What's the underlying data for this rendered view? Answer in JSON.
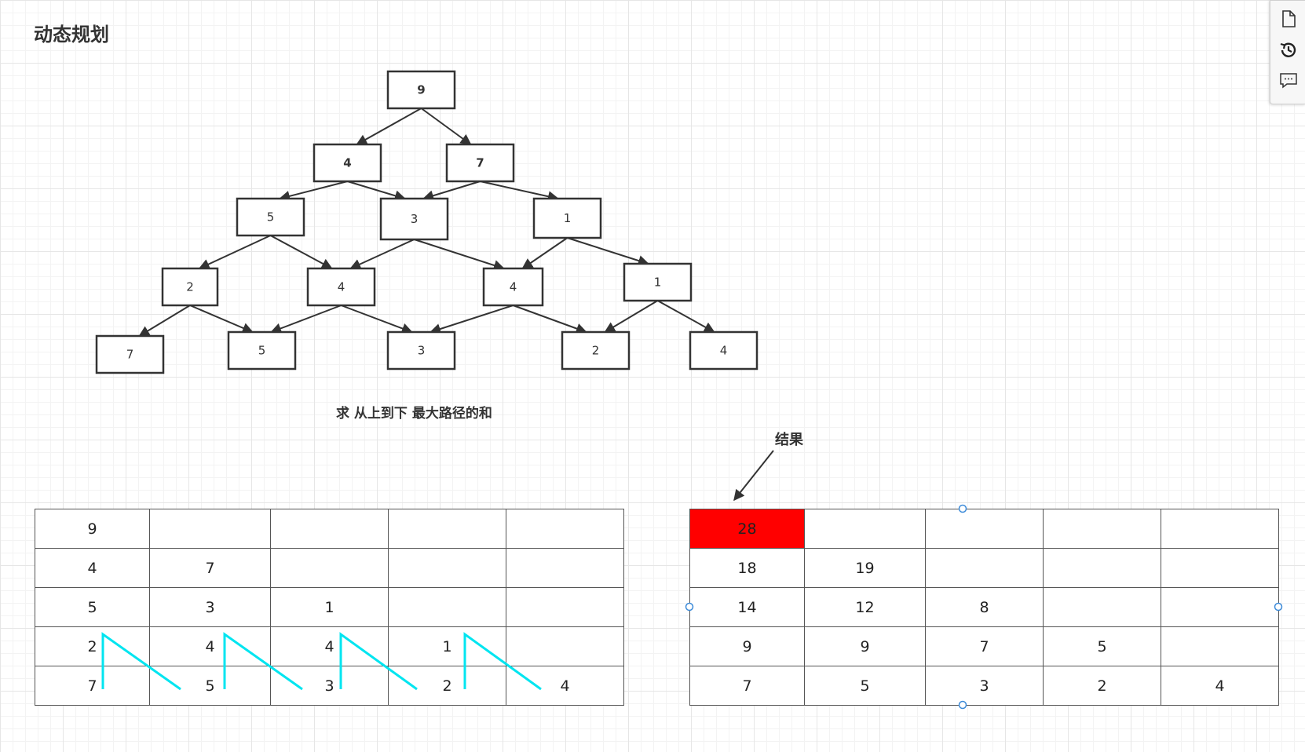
{
  "title": "动态规划",
  "caption": "求 从上到下 最大路径的和",
  "result_label": "结果",
  "tree": {
    "rows": [
      [
        "9"
      ],
      [
        "4",
        "7"
      ],
      [
        "5",
        "3",
        "1"
      ],
      [
        "2",
        "4",
        "4",
        "1"
      ],
      [
        "7",
        "5",
        "3",
        "2",
        "4"
      ]
    ]
  },
  "table_left": {
    "rows": [
      [
        "9",
        "",
        "",
        "",
        ""
      ],
      [
        "4",
        "7",
        "",
        "",
        ""
      ],
      [
        "5",
        "3",
        "1",
        "",
        ""
      ],
      [
        "2",
        "4",
        "4",
        "1",
        ""
      ],
      [
        "7",
        "5",
        "3",
        "2",
        "4"
      ]
    ]
  },
  "table_right": {
    "rows": [
      [
        "28",
        "",
        "",
        "",
        ""
      ],
      [
        "18",
        "19",
        "",
        "",
        ""
      ],
      [
        "14",
        "12",
        "8",
        "",
        ""
      ],
      [
        "9",
        "9",
        "7",
        "5",
        ""
      ],
      [
        "7",
        "5",
        "3",
        "2",
        "4"
      ]
    ],
    "highlight_color": "#ff0000"
  },
  "colors": {
    "annotation_cyan": "#00e5f0",
    "selection_handle": "#3d8bd9"
  },
  "toolbar": {
    "icons": [
      "page-icon",
      "history-icon",
      "comment-icon"
    ]
  }
}
